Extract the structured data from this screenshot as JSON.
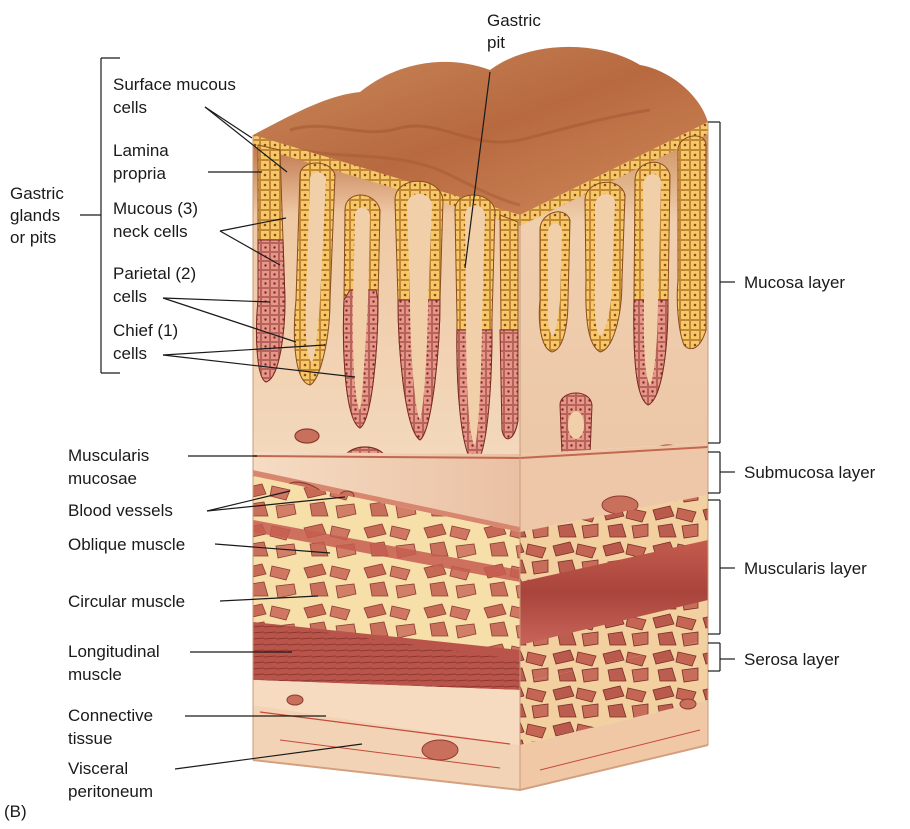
{
  "labels": {
    "gastric_pit_line1": "Gastric",
    "gastric_pit_line2": "pit",
    "surface_mucous_line1": "Surface mucous",
    "surface_mucous_line2": "cells",
    "lamina_line1": "Lamina",
    "lamina_line2": "propria",
    "glands_line1": "Gastric",
    "glands_line2": "glands",
    "glands_line3": "or pits",
    "mucous_neck_line1": "Mucous (3)",
    "mucous_neck_line2": "neck cells",
    "parietal_line1": "Parietal (2)",
    "parietal_line2": "cells",
    "chief_line1": "Chief (1)",
    "chief_line2": "cells",
    "muscularis_mucosae_line1": "Muscularis",
    "muscularis_mucosae_line2": "mucosae",
    "blood_vessels": "Blood vessels",
    "oblique_muscle": "Oblique muscle",
    "circular_muscle": "Circular muscle",
    "longitudinal_line1": "Longitudinal",
    "longitudinal_line2": "muscle",
    "connective_line1": "Connective",
    "connective_line2": "tissue",
    "visceral_line1": "Visceral",
    "visceral_line2": "peritoneum",
    "panel_letter": "(B)"
  },
  "layers": {
    "mucosa": "Mucosa layer",
    "submucosa": "Submucosa layer",
    "muscularis": "Muscularis layer",
    "serosa": "Serosa layer"
  },
  "colors": {
    "surface": "#c77a4a",
    "lamina": "#f0d2b0",
    "surface_cells": "#f6c867",
    "gland_cells": "#e6978a",
    "submucosa": "#f3d6bf",
    "muscle": "#c65d50",
    "muscle_dark": "#a2433c",
    "serosa": "#f7dcc0"
  }
}
